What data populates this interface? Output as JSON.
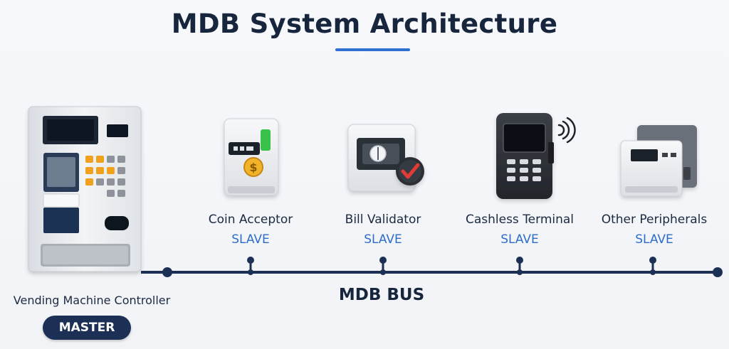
{
  "title": "MDB System Architecture",
  "bus": {
    "label": "MDB BUS"
  },
  "master": {
    "label": "Vending Machine Controller",
    "role": "MASTER"
  },
  "slaves": [
    {
      "label": "Coin Acceptor",
      "role": "SLAVE"
    },
    {
      "label": "Bill Validator",
      "role": "SLAVE"
    },
    {
      "label": "Cashless Terminal",
      "role": "SLAVE"
    },
    {
      "label": "Other Peripherals",
      "role": "SLAVE"
    }
  ],
  "colors": {
    "bus": "#1c2f54",
    "accent": "#2f6fd1",
    "role_text": "#2e6ec8",
    "keypad_orange": "#f0a21c",
    "led_green": "#37c24a",
    "check_red": "#e03a36",
    "coin_gold": "#f2b22b"
  },
  "icons": {
    "master": "vending-machine-icon",
    "coin": "coin-acceptor-icon",
    "bill": "bill-validator-icon",
    "cashless": "card-terminal-icon",
    "other": "peripheral-device-icon"
  }
}
